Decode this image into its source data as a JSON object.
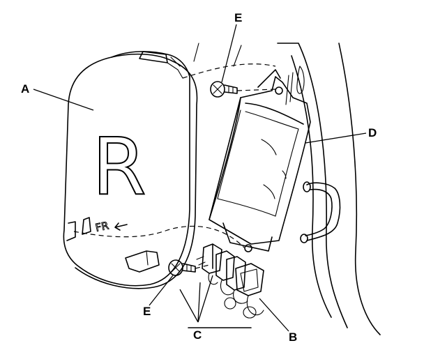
{
  "callouts": {
    "a": "A",
    "b": "B",
    "c": "C",
    "d": "D",
    "e_top": "E",
    "e_bottom": "E"
  },
  "cover": {
    "letter": "R",
    "orientation_mark": "FR"
  },
  "parts": {
    "a": "cover",
    "b": "connectors",
    "c": "connector-clips",
    "d": "control-unit",
    "e": "mounting-bolt"
  },
  "colors": {
    "line": "#000000",
    "background": "#ffffff"
  }
}
